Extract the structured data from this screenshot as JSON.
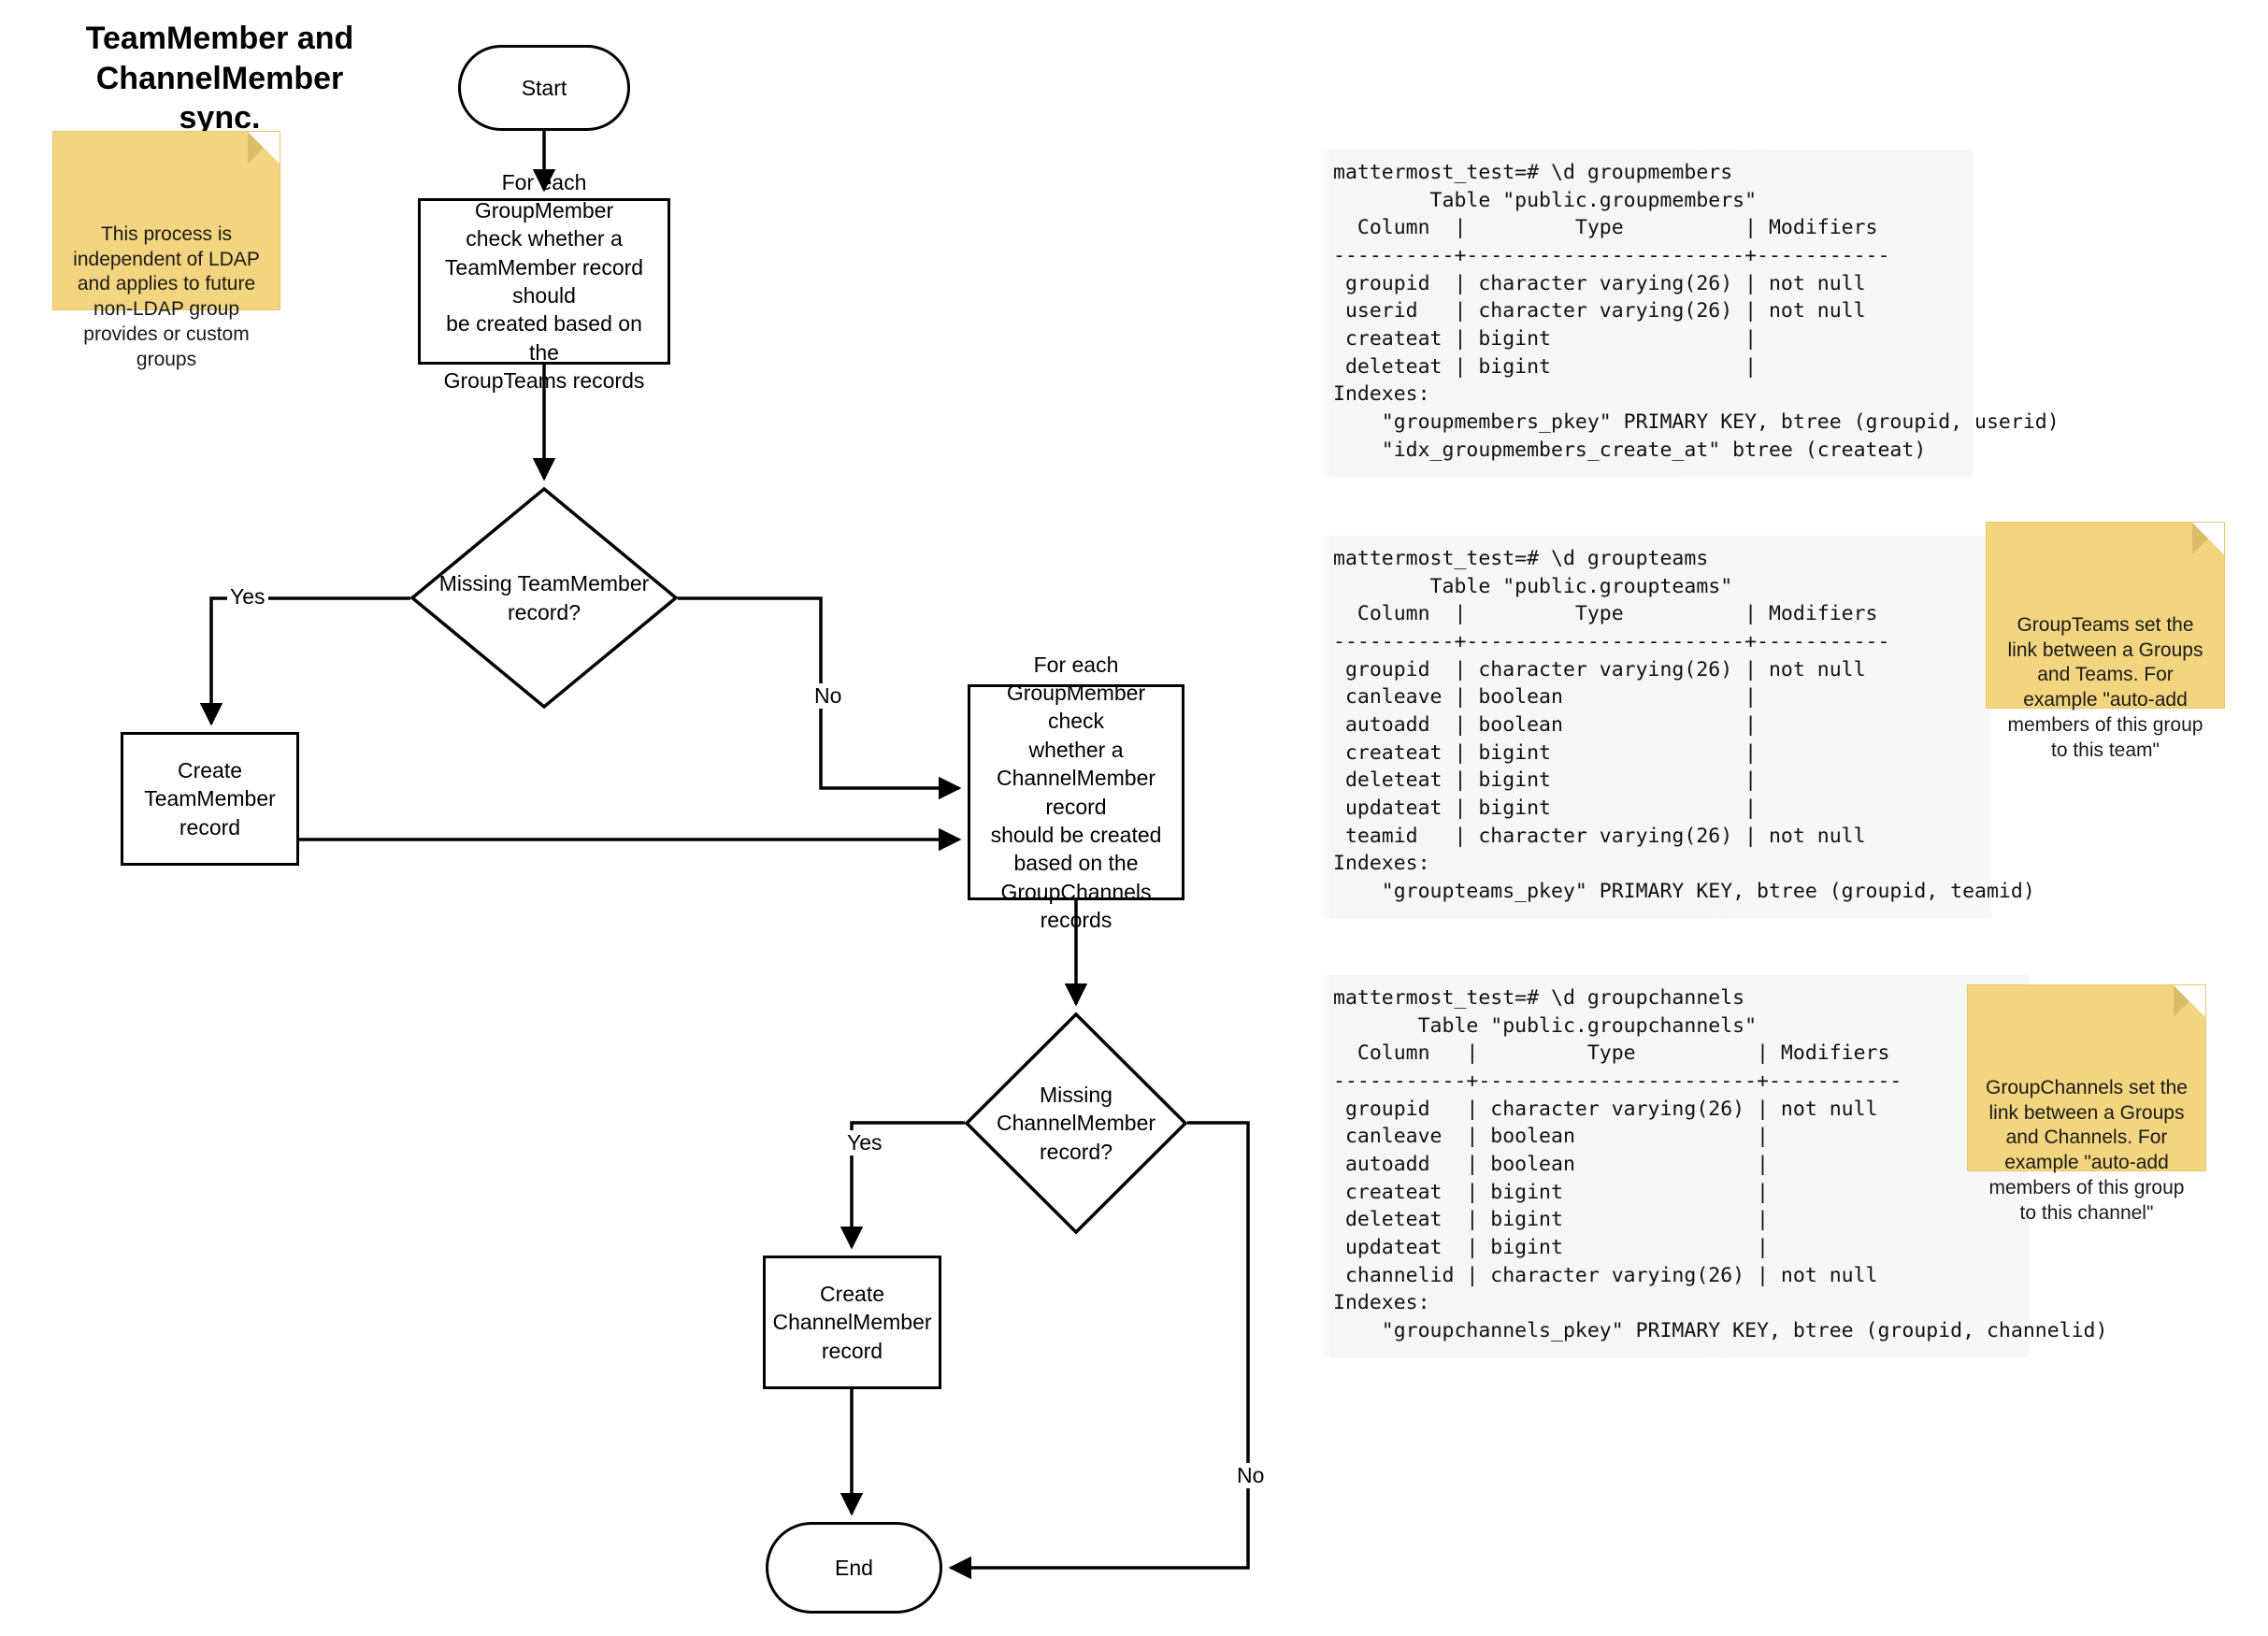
{
  "diagram": {
    "title": "TeamMember and\nChannelMember sync.",
    "nodes": {
      "start": "Start",
      "process_teammember": "For each GroupMember\ncheck whether a\nTeamMember record should\nbe created based on the\nGroupTeams records",
      "decision_teammember": "Missing TeamMember\nrecord?",
      "create_teammember": "Create\nTeamMember\nrecord",
      "process_channelmember": "For each\nGroupMember check\nwhether a\nChannelMember record\nshould be created\nbased on the\nGroupChannels\nrecords",
      "decision_channelmember": "Missing\nChannelMember\nrecord?",
      "create_channelmember": "Create\nChannelMember\nrecord",
      "end": "End"
    },
    "edge_labels": {
      "teammember_yes": "Yes",
      "teammember_no": "No",
      "channelmember_yes": "Yes",
      "channelmember_no": "No"
    },
    "colors": {
      "note_fill": "#f2d57e",
      "node_stroke": "#000000",
      "node_fill": "#ffffff",
      "console_bg": "#f7f7f7"
    }
  },
  "notes": {
    "ldap": "This process is\nindependent of LDAP\nand applies to future\nnon-LDAP group\nprovides or custom\ngroups",
    "groupteams": "GroupTeams set the\nlink between a Groups\nand Teams. For\nexample \"auto-add\nmembers of this group\nto this team\"",
    "groupchannels": "GroupChannels set the\nlink between a Groups\nand Channels. For\nexample \"auto-add\nmembers of this group\nto this channel\""
  },
  "consoles": {
    "groupmembers": "mattermost_test=# \\d groupmembers\n        Table \"public.groupmembers\"\n  Column  |         Type          | Modifiers\n----------+-----------------------+-----------\n groupid  | character varying(26) | not null\n userid   | character varying(26) | not null\n createat | bigint                |\n deleteat | bigint                |\nIndexes:\n    \"groupmembers_pkey\" PRIMARY KEY, btree (groupid, userid)\n    \"idx_groupmembers_create_at\" btree (createat)",
    "groupteams": "mattermost_test=# \\d groupteams\n        Table \"public.groupteams\"\n  Column  |         Type          | Modifiers\n----------+-----------------------+-----------\n groupid  | character varying(26) | not null\n canleave | boolean               |\n autoadd  | boolean               |\n createat | bigint                |\n deleteat | bigint                |\n updateat | bigint                |\n teamid   | character varying(26) | not null\nIndexes:\n    \"groupteams_pkey\" PRIMARY KEY, btree (groupid, teamid)",
    "groupchannels": "mattermost_test=# \\d groupchannels\n       Table \"public.groupchannels\"\n  Column   |         Type          | Modifiers\n-----------+-----------------------+-----------\n groupid   | character varying(26) | not null\n canleave  | boolean               |\n autoadd   | boolean               |\n createat  | bigint                |\n deleteat  | bigint                |\n updateat  | bigint                |\n channelid | character varying(26) | not null\nIndexes:\n    \"groupchannels_pkey\" PRIMARY KEY, btree (groupid, channelid)"
  }
}
